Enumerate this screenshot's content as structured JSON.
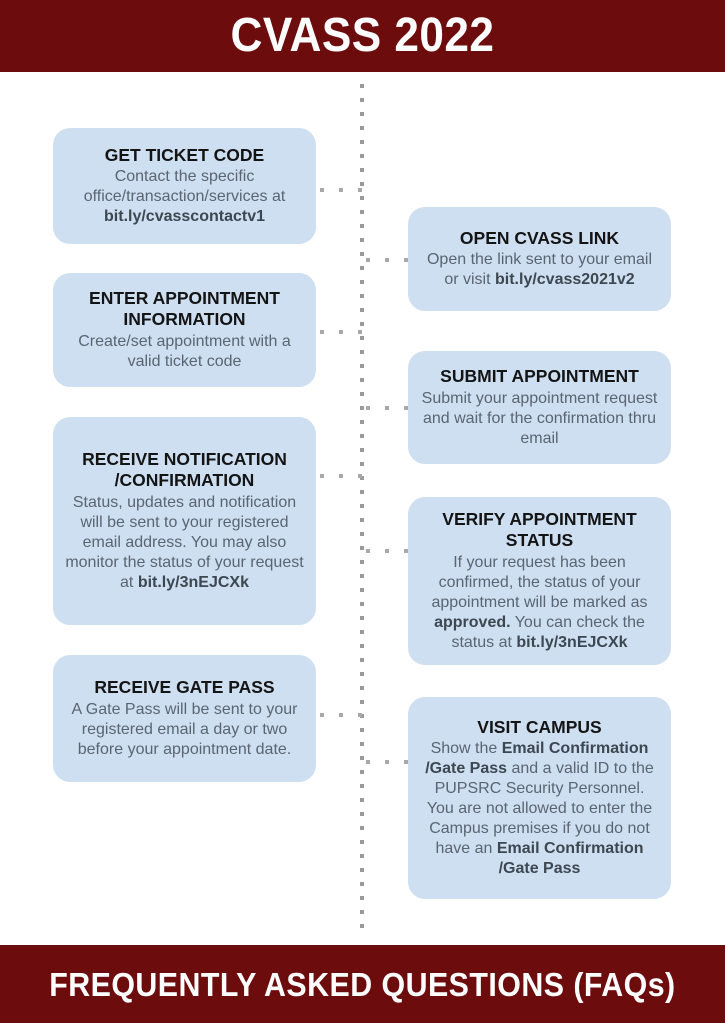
{
  "header": {
    "title": "CVASS 2022",
    "background_color": "#6d0c0c",
    "text_color": "#ffffff"
  },
  "footer": {
    "title": "FREQUENTLY ASKED QUESTIONS (FAQs)",
    "background_color": "#6d0c0c",
    "text_color": "#ffffff"
  },
  "theme": {
    "box_fill": "#cfdff2",
    "title_color": "#141414",
    "body_color": "#596570",
    "connector_color": "#a8a8a8"
  },
  "flow": {
    "steps": [
      {
        "id": "get-ticket-code",
        "side": "left",
        "order": 1,
        "title": "GET TICKET CODE",
        "body_plain": "Contact the specific office/transaction/services at bit.ly/cvasscontactv1",
        "body_parts": [
          {
            "text": "Contact the specific office/transaction/services at ",
            "bold": false
          },
          {
            "text": "bit.ly/cvasscontactv1",
            "bold": true
          }
        ]
      },
      {
        "id": "open-cvass-link",
        "side": "right",
        "order": 2,
        "title": "OPEN CVASS LINK",
        "body_plain": "Open the link sent to your email or visit bit.ly/cvass2021v2",
        "body_parts": [
          {
            "text": "Open the link sent to your email or visit ",
            "bold": false
          },
          {
            "text": "bit.ly/cvass2021v2",
            "bold": true
          }
        ]
      },
      {
        "id": "enter-appointment-information",
        "side": "left",
        "order": 3,
        "title": "ENTER APPOINTMENT INFORMATION",
        "body_plain": "Create/set appointment with a valid ticket code",
        "body_parts": [
          {
            "text": "Create/set appointment with a valid ticket code",
            "bold": false
          }
        ]
      },
      {
        "id": "submit-appointment",
        "side": "right",
        "order": 4,
        "title": "SUBMIT APPOINTMENT",
        "body_plain": "Submit your appointment request and wait for the confirmation thru email",
        "body_parts": [
          {
            "text": "Submit your appointment request and wait for the confirmation thru email",
            "bold": false
          }
        ]
      },
      {
        "id": "receive-notification-confirmation",
        "side": "left",
        "order": 5,
        "title": "RECEIVE NOTIFICATION /CONFIRMATION",
        "body_plain": "Status, updates and notification will be sent to your registered email address. You may also monitor the status of your request at bit.ly/3nEJCXk",
        "body_parts": [
          {
            "text": "Status, updates and notification will be sent to your registered email address. You may also monitor the status of your request at ",
            "bold": false
          },
          {
            "text": "bit.ly/3nEJCXk",
            "bold": true
          }
        ]
      },
      {
        "id": "verify-appointment-status",
        "side": "right",
        "order": 6,
        "title": "VERIFY APPOINTMENT STATUS",
        "body_plain": "If your request has been confirmed, the status of your appointment will be marked as approved. You can check the status at bit.ly/3nEJCXk",
        "body_parts": [
          {
            "text": "If your request has been confirmed, the status of your appointment will be marked as ",
            "bold": false
          },
          {
            "text": "approved.",
            "bold": true
          },
          {
            "text": " You can check the status at ",
            "bold": false
          },
          {
            "text": "bit.ly/3nEJCXk",
            "bold": true
          }
        ]
      },
      {
        "id": "receive-gate-pass",
        "side": "left",
        "order": 7,
        "title": "RECEIVE GATE PASS",
        "body_plain": "A Gate Pass will be sent to your registered email a day or two before your appointment date.",
        "body_parts": [
          {
            "text": "A Gate Pass will be sent to your registered email a day or two before your appointment date.",
            "bold": false
          }
        ]
      },
      {
        "id": "visit-campus",
        "side": "right",
        "order": 8,
        "title": "VISIT CAMPUS",
        "body_plain": "Show the Email Confirmation /Gate Pass and a valid ID to the PUPSRC Security Personnel. You are not allowed to enter the Campus premises if you do not have an Email Confirmation /Gate Pass",
        "body_parts": [
          {
            "text": "Show the ",
            "bold": false
          },
          {
            "text": "Email Confirmation /Gate Pass",
            "bold": true
          },
          {
            "text": " and a valid ID to the PUPSRC Security Personnel. You are not allowed to enter the Campus premises if you do not have an ",
            "bold": false
          },
          {
            "text": "Email Confirmation /Gate Pass",
            "bold": true
          }
        ]
      }
    ]
  }
}
